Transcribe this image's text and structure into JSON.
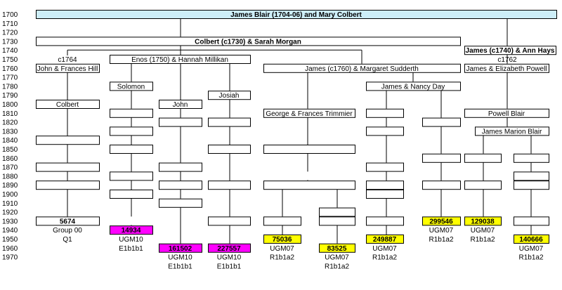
{
  "years": [
    "1700",
    "1710",
    "1720",
    "1730",
    "1740",
    "1750",
    "1760",
    "1770",
    "1780",
    "1790",
    "1800",
    "1810",
    "1820",
    "1830",
    "1840",
    "1850",
    "1860",
    "1870",
    "1880",
    "1890",
    "1900",
    "1910",
    "1920",
    "1930",
    "1940",
    "1950",
    "1960",
    "1970"
  ],
  "persons": {
    "root": "James Blair (1704-06) and Mary Colbert",
    "colbert_morgan": "Colbert (c1730) & Sarah Morgan",
    "james_hays": "James (c1740) & Ann Hays",
    "c1764": "c1764",
    "john_hill": "John & Frances Hill",
    "enos": "Enos (1750) & Hannah Millikan",
    "james_sudderth": "James (c1760) & Margaret Sudderth",
    "c1762": "c1762",
    "james_powell": "James & Elizabeth Powell",
    "solomon": "Solomon",
    "james_day": "James & Nancy Day",
    "josiah": "Josiah",
    "colbert": "Colbert",
    "john": "John",
    "george_trimmier": "George & Frances Trimmier",
    "powell_blair": "Powell Blair",
    "james_marion": "James Marion Blair"
  },
  "kits": [
    {
      "id": "5674",
      "line1": "Group 00",
      "line2": "Q1",
      "color": "#ffffff"
    },
    {
      "id": "14934",
      "line1": "UGM10",
      "line2": "E1b1b1",
      "color": "#ff00ff"
    },
    {
      "id": "161502",
      "line1": "UGM10",
      "line2": "E1b1b1",
      "color": "#ff00ff"
    },
    {
      "id": "227557",
      "line1": "UGM10",
      "line2": "E1b1b1",
      "color": "#ff00ff"
    },
    {
      "id": "75036",
      "line1": "UGM07",
      "line2": "R1b1a2",
      "color": "#ffff00"
    },
    {
      "id": "83525",
      "line1": "UGM07",
      "line2": "R1b1a2",
      "color": "#ffff00"
    },
    {
      "id": "249887",
      "line1": "UGM07",
      "line2": "R1b1a2",
      "color": "#ffff00"
    },
    {
      "id": "299546",
      "line1": "UGM07",
      "line2": "R1b1a2",
      "color": "#ffff00"
    },
    {
      "id": "129038",
      "line1": "UGM07",
      "line2": "R1b1a2",
      "color": "#ffff00"
    },
    {
      "id": "140666",
      "line1": "UGM07",
      "line2": "R1b1a2",
      "color": "#ffff00"
    }
  ],
  "colors": {
    "root_fill": "#cdeef8",
    "magenta": "#ff00ff",
    "yellow": "#ffff00"
  }
}
